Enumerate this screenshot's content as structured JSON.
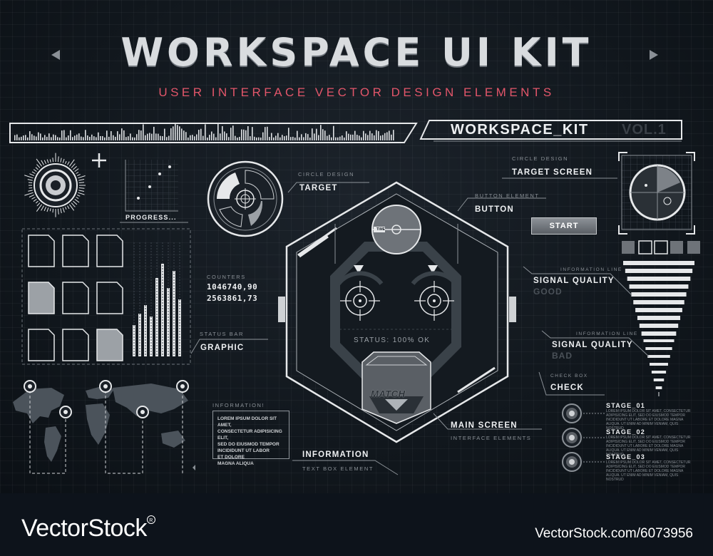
{
  "header": {
    "title": "WORKSPACE UI KIT",
    "subtitle": "USER INTERFACE VECTOR DESIGN ELEMENTS",
    "kit_name": "WORKSPACE_KIT",
    "kit_version": "VOL.1"
  },
  "left_panel": {
    "progress_label": "PROGRESS...",
    "counters_caption": "COUNTERS",
    "counter_1": "1046740,90",
    "counter_2": "2563861,73",
    "status_bar_caption": "STATUS BAR",
    "graphic_label": "GRAPHIC",
    "info_caption": "INFORMATION!",
    "info_text": [
      "LOREM IPSUM DOLOR SIT AMET,",
      "CONSECTETUR ADIPISICING ELIT,",
      "SED DO EIUSMOD TEMPOR",
      "INCIDIDUNT UT LABOR",
      "ET DOLORE",
      "MAGNA ALIQUA"
    ]
  },
  "center": {
    "circle_design_caption": "CIRCLE DESIGN",
    "target_label": "TARGET",
    "button_element_caption": "BUTTON ELEMENT",
    "button_label": "BUTTON",
    "status_text": "STATUS: 100% OK",
    "match_label": "MATCH",
    "main_screen_label": "MAIN SCREEN",
    "main_screen_caption": "INTERFACE ELEMENTS",
    "information_label": "INFORMATION",
    "information_caption": "TEXT BOX ELEMENT",
    "gauge_tag": "TIME"
  },
  "right_panel": {
    "circle_design_caption": "CIRCLE DESIGN",
    "target_screen_label": "TARGET SCREEN",
    "start_label": "START",
    "info_line_caption_1": "INFORMATION LINE",
    "signal_good_label": "SIGNAL QUALITY",
    "signal_good_value": "GOOD",
    "info_line_caption_2": "INFORMATION LINE",
    "signal_bad_label": "SIGNAL QUALITY",
    "signal_bad_value": "BAD",
    "check_box_caption": "CHECK BOX",
    "check_label": "CHECK",
    "stages": [
      {
        "label": "STAGE_01",
        "desc": "LOREM IPSUM DOLOR SIT AMET, CONSECTETUR ADIPISICING ELIT, SED DO EIUSMOD TEMPOR INCIDIDUNT UT LABORE ET DOLORE MAGNA ALIQUA. UT ENIM AD MINIM VENIAM, QUIS NOSTRUD"
      },
      {
        "label": "STAGE_02",
        "desc": "LOREM IPSUM DOLOR SIT AMET, CONSECTETUR ADIPISICING ELIT, SED DO EIUSMOD TEMPOR INCIDIDUNT UT LABORE ET DOLORE MAGNA ALIQUA. UT ENIM AD MINIM VENIAM, QUIS NOSTRUD"
      },
      {
        "label": "STAGE_03",
        "desc": "LOREM IPSUM DOLOR SIT AMET, CONSECTETUR ADIPISICING ELIT, SED DO EIUSMOD TEMPOR INCIDIDUNT UT LABORE ET DOLORE MAGNA ALIQUA. UT ENIM AD MINIM VENIAM, QUIS NOSTRUD"
      }
    ]
  },
  "watermark": {
    "brand": "VectorStock",
    "url": "VectorStock.com/6073956"
  },
  "colors": {
    "background": "#11171d",
    "accent": "#e2566a",
    "line": "#e6e8ea",
    "muted": "#8a9096"
  }
}
